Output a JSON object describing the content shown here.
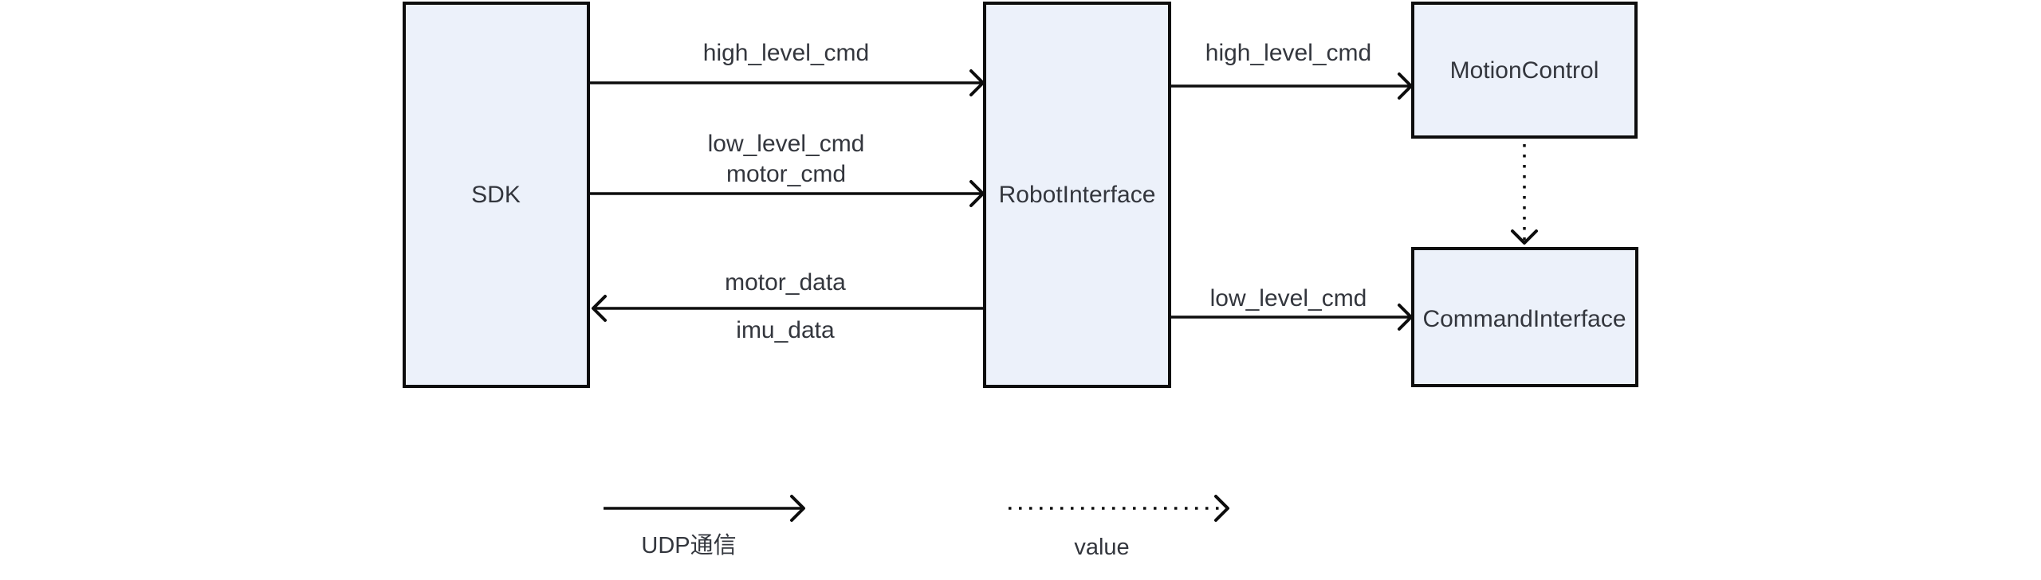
{
  "diagram": {
    "colors": {
      "background": "#ffffff",
      "node_fill": "#ecf1fa",
      "node_border": "#0d0d0d",
      "text": "#33363d",
      "arrow": "#0d0d0d"
    },
    "nodes": [
      {
        "id": "sdk",
        "label": "SDK"
      },
      {
        "id": "robot-interface",
        "label": "RobotInterface"
      },
      {
        "id": "motion-control",
        "label": "MotionControl"
      },
      {
        "id": "command-interface",
        "label": "CommandInterface"
      }
    ],
    "edges": [
      {
        "from": "SDK",
        "to": "RobotInterface",
        "type": "solid",
        "labels": [
          "high_level_cmd"
        ]
      },
      {
        "from": "SDK",
        "to": "RobotInterface",
        "type": "solid",
        "labels": [
          "low_level_cmd",
          "motor_cmd"
        ]
      },
      {
        "from": "RobotInterface",
        "to": "SDK",
        "type": "solid",
        "labels": [
          "motor_data",
          "imu_data"
        ]
      },
      {
        "from": "RobotInterface",
        "to": "MotionControl",
        "type": "solid",
        "labels": [
          "high_level_cmd"
        ]
      },
      {
        "from": "RobotInterface",
        "to": "CommandInterface",
        "type": "solid",
        "labels": [
          "low_level_cmd"
        ]
      },
      {
        "from": "MotionControl",
        "to": "CommandInterface",
        "type": "dotted",
        "labels": []
      }
    ],
    "legend": {
      "items": [
        {
          "type": "solid",
          "label": "UDP通信"
        },
        {
          "type": "dotted",
          "label": "value"
        }
      ]
    }
  }
}
